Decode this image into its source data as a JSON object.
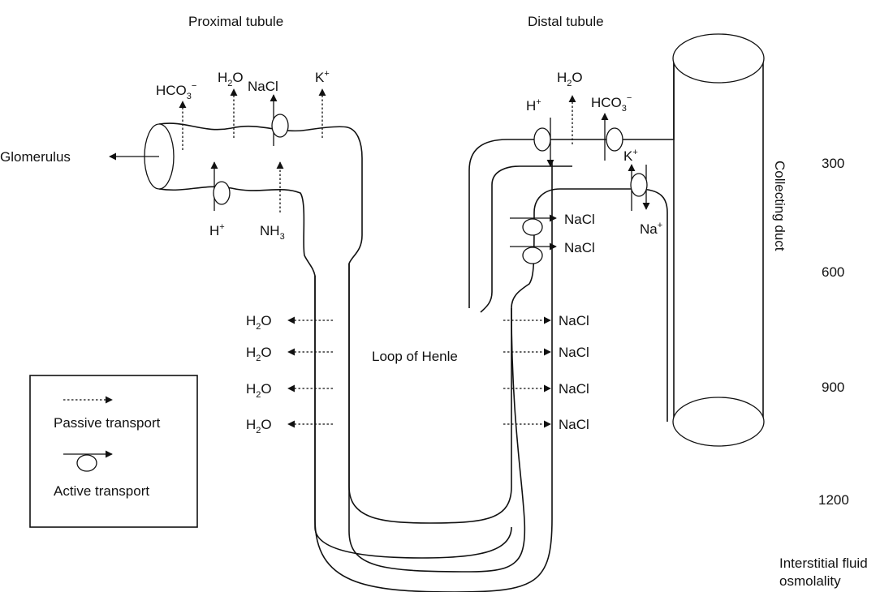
{
  "sections": {
    "proximal": "Proximal tubule",
    "distal": "Distal tubule",
    "loop": "Loop of Henle",
    "collecting": "Collecting duct",
    "glomerulus": "Glomerulus"
  },
  "species": {
    "h2o": "H",
    "h2o_sub": "2",
    "h2o_tail": "O",
    "nacl": "NaCl",
    "hco3": "HCO",
    "hco3_sub": "3",
    "hco3_sup": "−",
    "h_plus": "H",
    "plus": "+",
    "k_plus": "K",
    "na_plus": "Na",
    "nh3": "NH",
    "nh3_sub": "3"
  },
  "osmolality": {
    "title_line1": "Interstitial fluid",
    "title_line2": "osmolality",
    "values": [
      "300",
      "600",
      "900",
      "1200"
    ]
  },
  "legend": {
    "passive": "Passive transport",
    "active": "Active transport"
  }
}
